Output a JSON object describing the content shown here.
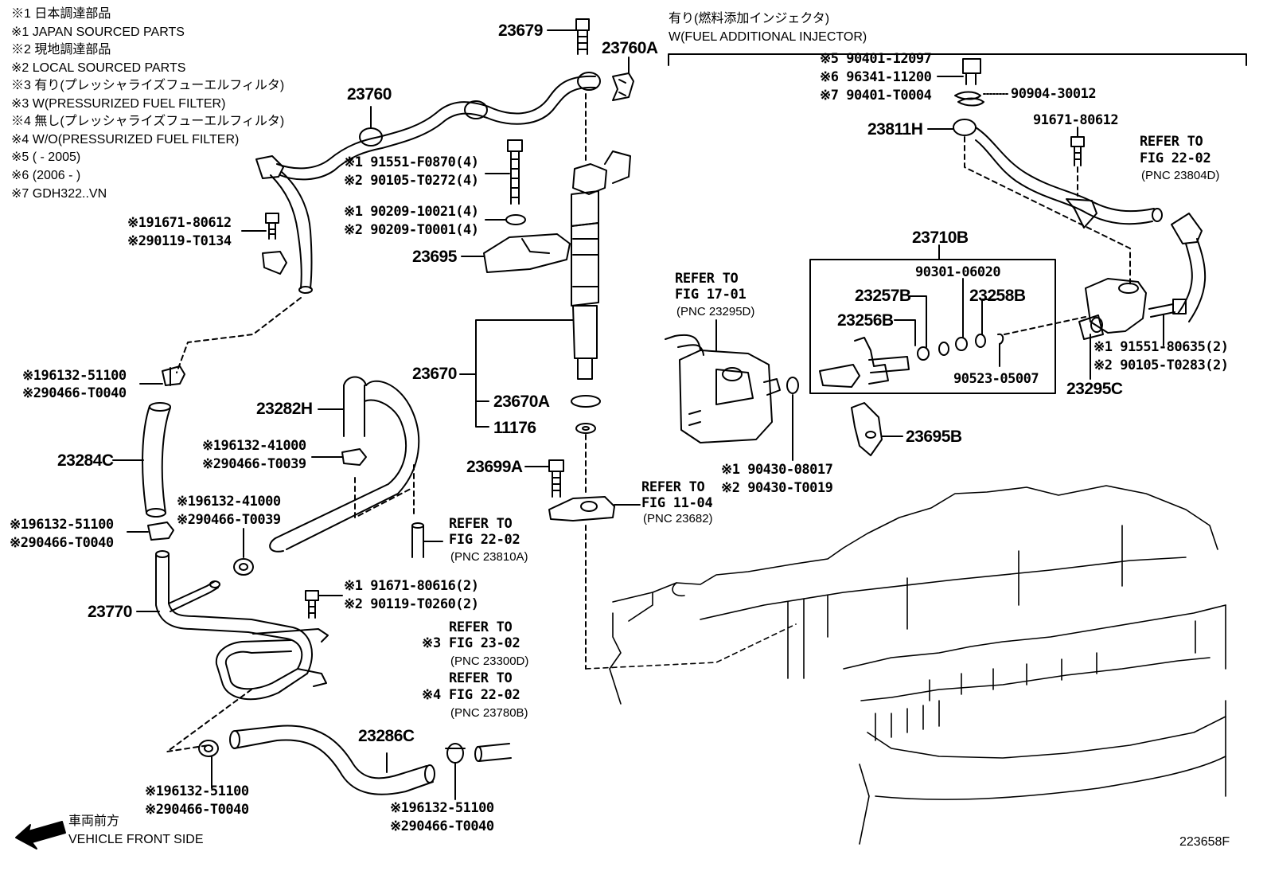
{
  "notes": [
    "※1 日本調達部品",
    "※1 JAPAN SOURCED PARTS",
    "※2 現地調達部品",
    "※2 LOCAL SOURCED PARTS",
    "※3 有り(プレッシャライズフューエルフィルタ)",
    "※3 W(PRESSURIZED FUEL FILTER)",
    "※4 無し(プレッシャライズフューエルフィルタ)",
    "※4 W/O(PRESSURIZED FUEL FILTER)",
    "※5 (        - 2005)",
    "※6 (2006 -        )",
    "※7 GDH322..VN"
  ],
  "group_header": {
    "line1": "有り(燃料添加インジェクタ)",
    "line2": "W(FUEL ADDITIONAL INJECTOR)"
  },
  "parts": {
    "p23679": "23679",
    "p23760A": "23760A",
    "p23760": "23760",
    "p23695": "23695",
    "p23670": "23670",
    "p23670A": "23670A",
    "p11176": "11176",
    "p23699A": "23699A",
    "p23282H": "23282H",
    "p23284C": "23284C",
    "p23770": "23770",
    "p23286C": "23286C",
    "p23811H": "23811H",
    "p23710B": "23710B",
    "p23257B": "23257B",
    "p23258B": "23258B",
    "p23256B": "23256B",
    "p23295C": "23295C",
    "p23695B": "23695B",
    "p90301": "90301-06020",
    "p90523": "90523-05007",
    "p90904": "90904-30012",
    "p91671_80612b": "91671-80612"
  },
  "pairs": {
    "bolt_a1": "※1 91551-F0870(4)",
    "bolt_a2": "※2 90105-T0272(4)",
    "washer_a1": "※1 90209-10021(4)",
    "washer_a2": "※2 90209-T0001(4)",
    "bolt_b1": "※191671-80612",
    "bolt_b2": "※290119-T0134",
    "clip_a1": "※196132-51100",
    "clip_a2": "※290466-T0040",
    "clip_b1": "※196132-41000",
    "clip_b2": "※290466-T0039",
    "clip_c1": "※196132-41000",
    "clip_c2": "※290466-T0039",
    "clip_d1": "※196132-51100",
    "clip_d2": "※290466-T0040",
    "bolt_c1": "※1 91671-80616(2)",
    "bolt_c2": "※2 90119-T0260(2)",
    "clip_e1": "※196132-51100",
    "clip_e2": "※290466-T0040",
    "clip_f1": "※196132-51100",
    "clip_f2": "※290466-T0040",
    "gasket1": "※1 90430-08017",
    "gasket2": "※2 90430-T0019",
    "bolt_d1": "※1 91551-80635(2)",
    "bolt_d2": "※2 90105-T0283(2)",
    "injbolt5": "※5 90401-12097",
    "injbolt6": "※6 96341-11200",
    "injbolt7": "※7 90401-T0004"
  },
  "refs": {
    "r1": {
      "a": "REFER TO",
      "b": "FIG 22-02",
      "c": "(PNC 23810A)"
    },
    "r2": {
      "a": "REFER TO",
      "b": "FIG 11-04",
      "c": "(PNC 23682)"
    },
    "r3": {
      "a": "REFER TO",
      "b": "FIG 17-01",
      "c": "(PNC 23295D)"
    },
    "r4": {
      "a": "REFER TO",
      "b": "FIG 22-02",
      "c": "(PNC 23804D)"
    },
    "r5": {
      "mark": "※3",
      "a": "REFER TO",
      "b": "FIG 23-02",
      "c": "(PNC 23300D)"
    },
    "r6": {
      "mark": "※4",
      "a": "REFER TO",
      "b": "FIG 22-02",
      "c": "(PNC 23780B)"
    }
  },
  "front": {
    "jp": "車両前方",
    "en": "VEHICLE FRONT SIDE"
  },
  "figure_id": "223658F"
}
